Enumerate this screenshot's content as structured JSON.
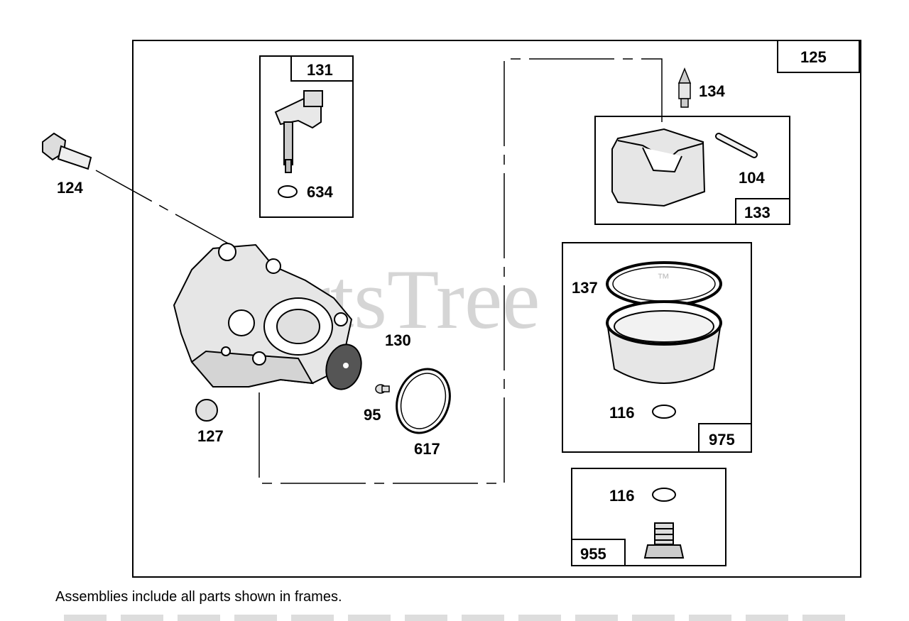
{
  "part_numbers": {
    "p124": "124",
    "p127": "127",
    "p130": "130",
    "p95": "95",
    "p617": "617",
    "p634": "634",
    "p134": "134",
    "p104": "104",
    "p137": "137",
    "p116a": "116",
    "p116b": "116"
  },
  "frame_labels": {
    "main": "125",
    "f131": "131",
    "f133": "133",
    "f975": "975",
    "f955": "955"
  },
  "watermark": {
    "text": "PartsTree",
    "tm": "™"
  },
  "caption": "Assemblies include all parts shown in frames."
}
